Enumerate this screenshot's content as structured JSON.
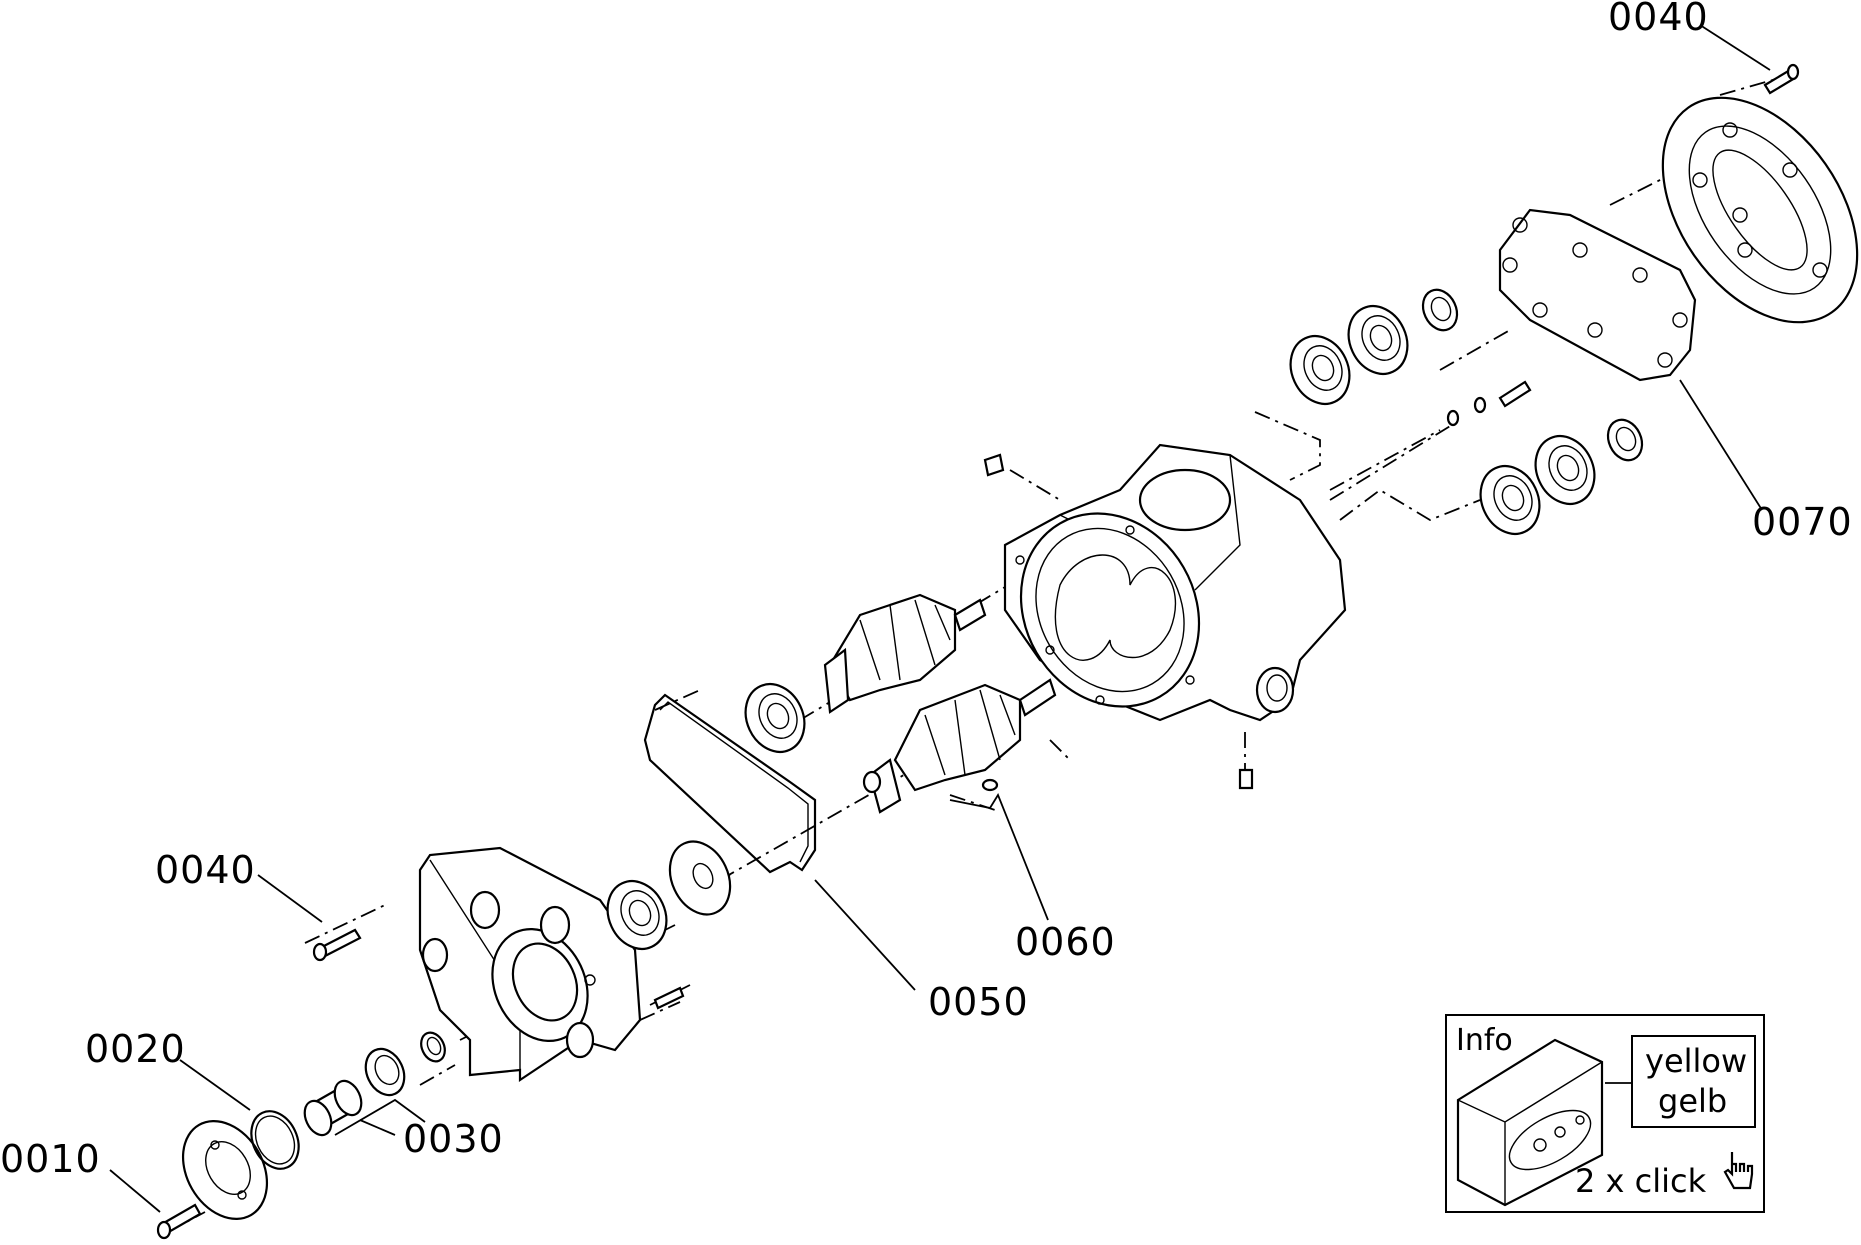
{
  "callouts": {
    "c0010": "0010",
    "c0020": "0020",
    "c0030": "0030",
    "c0040_left": "0040",
    "c0040_top": "0040",
    "c0050": "0050",
    "c0060": "0060",
    "c0070": "0070"
  },
  "info": {
    "title": "Info",
    "color_en": "yellow",
    "color_de": "gelb",
    "action": "2 x click",
    "action_icon": "hand-pointer-icon"
  }
}
